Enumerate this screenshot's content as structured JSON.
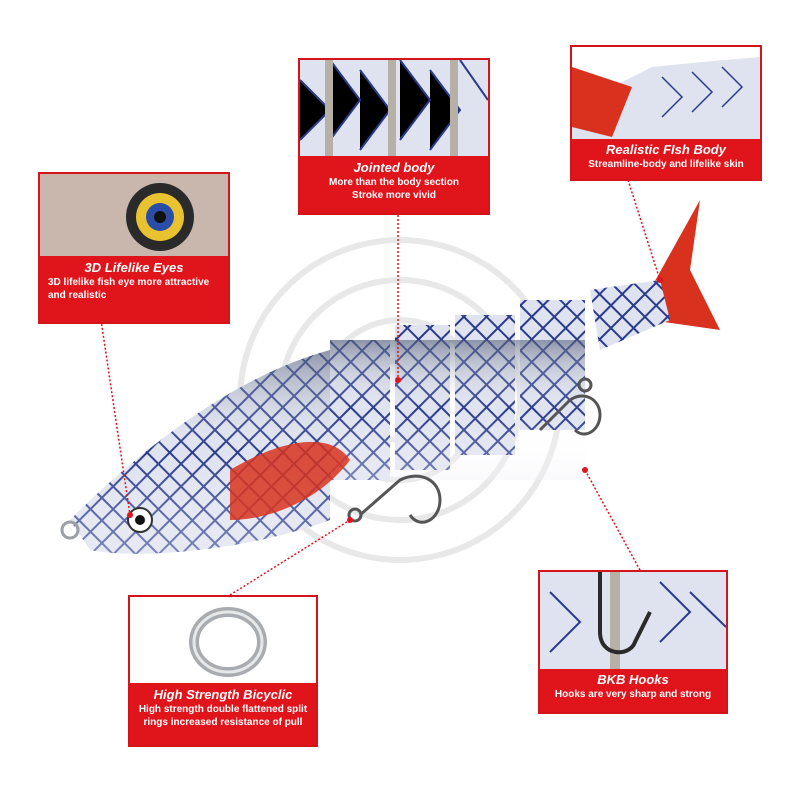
{
  "colors": {
    "accent": "#e0141b",
    "border": "#d3141b",
    "caption_text": "#ffffff",
    "fish_body": "#dfe3ef",
    "fish_scale": "#2a3b8e",
    "fins": "#d8321f"
  },
  "callouts": {
    "eyes": {
      "title": "3D Lifelike  Eyes",
      "line1": "3D lifelike fish eye more attractive",
      "line2": "and realistic"
    },
    "jointed": {
      "title": "Jointed body",
      "line1": "More than the body section",
      "line2": "Stroke more vivid"
    },
    "realistic": {
      "title": "Realistic FIsh Body",
      "line1": "Streamline-body and lifelike skin"
    },
    "bicyclic": {
      "title": "High Strength Bicyclic",
      "line1": "High strength double flattened split",
      "line2": "rings increased resistance of pull"
    },
    "hooks": {
      "title": "BKB Hooks",
      "line1": "Hooks are very sharp and strong"
    }
  },
  "icons": [
    "fish-lure-icon",
    "eye-icon",
    "split-ring-icon",
    "treble-hook-icon",
    "fish-tail-icon"
  ]
}
